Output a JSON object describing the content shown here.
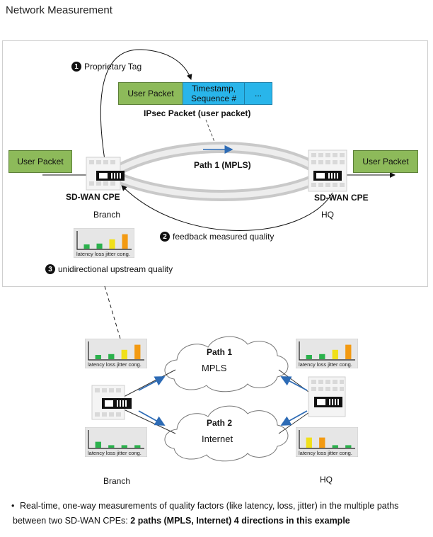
{
  "title": "Network Measurement",
  "top": {
    "user_packet_left": "User Packet",
    "user_packet_right": "User Packet",
    "ipsec_user_packet": "User Packet",
    "ipsec_header": "Timestamp, Sequence #",
    "ipsec_more": "...",
    "ipsec_caption": "IPsec Packet  (user packet)",
    "step1": "Proprietary Tag",
    "step2": "feedback measured quality",
    "step3": "unidirectional upstream quality",
    "path1": "Path 1 (MPLS)",
    "cpe_left": "SD-WAN CPE",
    "cpe_right": "SD-WAN CPE",
    "branch": "Branch",
    "hq": "HQ",
    "num1": "1",
    "num2": "2",
    "num3": "3"
  },
  "metrics": {
    "labels": [
      "latency",
      "loss",
      "jitter",
      "cong."
    ],
    "colors": [
      "#2bb24c",
      "#2bb24c",
      "#f0e01a",
      "#f39a12"
    ]
  },
  "bottom": {
    "cloud1_title": "Path 1",
    "cloud1_sub": "MPLS",
    "cloud2_title": "Path 2",
    "cloud2_sub": "Internet",
    "branch": "Branch",
    "hq": "HQ"
  },
  "footer": {
    "bullet": "•",
    "text_normal": "Real-time, one-way measurements of quality factors (like latency, loss, jitter) in the multiple paths between two SD-WAN CPEs: ",
    "text_bold": "2 paths (MPLS, Internet) 4 directions in this example"
  }
}
